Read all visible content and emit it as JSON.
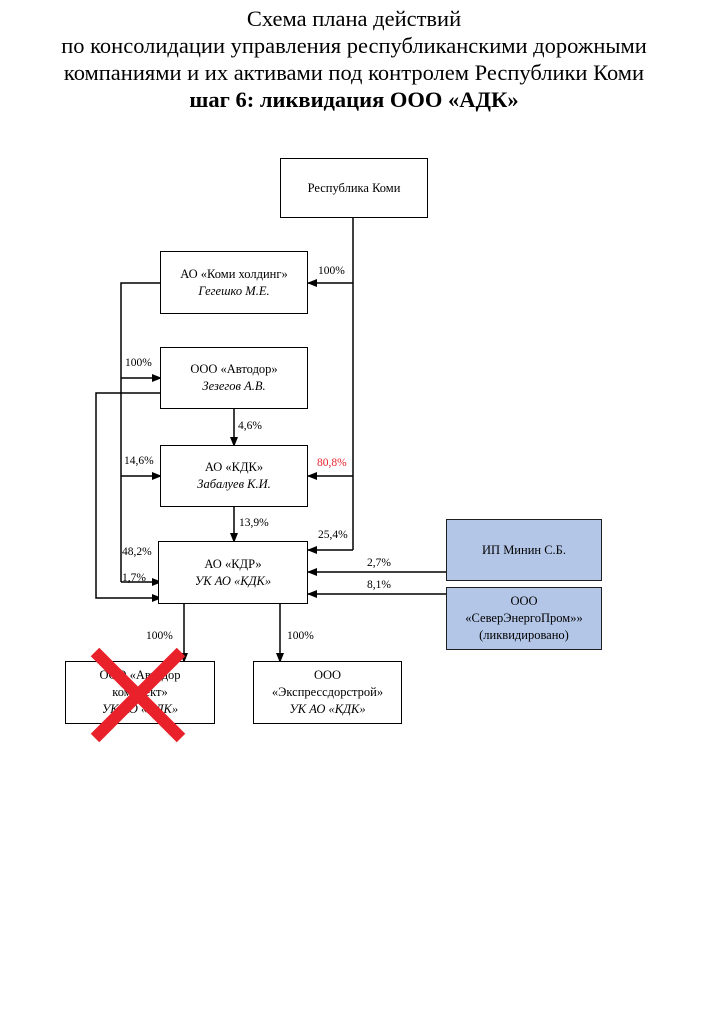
{
  "title": {
    "lines": [
      "Схема плана действий",
      "по консолидации управления республиканскими дорожными",
      "компаниями и их активами под контролем Республики Коми"
    ],
    "step": "шаг 6: ликвидация ООО «АДК»"
  },
  "nodes": {
    "republic": {
      "name": "Республика Коми"
    },
    "komi_holding": {
      "name": "АО «Коми холдинг»",
      "person": "Гегешко М.Е."
    },
    "avtodor": {
      "name": "ООО «Автодор»",
      "person": "Зезегов А.В."
    },
    "kdk": {
      "name": "АО «КДК»",
      "person": "Забалуев К.И."
    },
    "kdr": {
      "name": "АО «КДР»",
      "person": "УК АО «КДК»"
    },
    "minin": {
      "name": "ИП Минин С.Б."
    },
    "severenergoprom": {
      "line1": "ООО",
      "line2": "«СеверЭнергоПром»»",
      "line3": "(ликвидировано)"
    },
    "avtodor_komplekt": {
      "line1": "ООО «Автодор",
      "line2": "комплект»",
      "line3": "УК АО «КДК»",
      "status": "crossed-out"
    },
    "expressdorstroy": {
      "line1": "ООО",
      "line2": "«Экспрессдорстрой»",
      "line3": "УК АО «КДК»"
    }
  },
  "edges": {
    "republic_to_komi_holding": "100%",
    "komi_holding_to_avtodor": "100%",
    "avtodor_to_kdk": "4,6%",
    "komi_holding_to_kdk": "14,6%",
    "republic_to_kdk": "80,8%",
    "kdk_to_kdr": "13,9%",
    "republic_to_kdr": "25,4%",
    "komi_holding_to_kdr": "48,2%",
    "avtodor_to_kdr": "1,7%",
    "minin_to_kdr": "2,7%",
    "severenergoprom_to_kdr": "8,1%",
    "kdr_to_avtodor_komplekt": "100%",
    "kdr_to_expressdorstroy": "100%"
  },
  "colors": {
    "highlight_pct": "#e8212b",
    "external_fill": "#b4c6e7",
    "cross": "#e8212b"
  }
}
